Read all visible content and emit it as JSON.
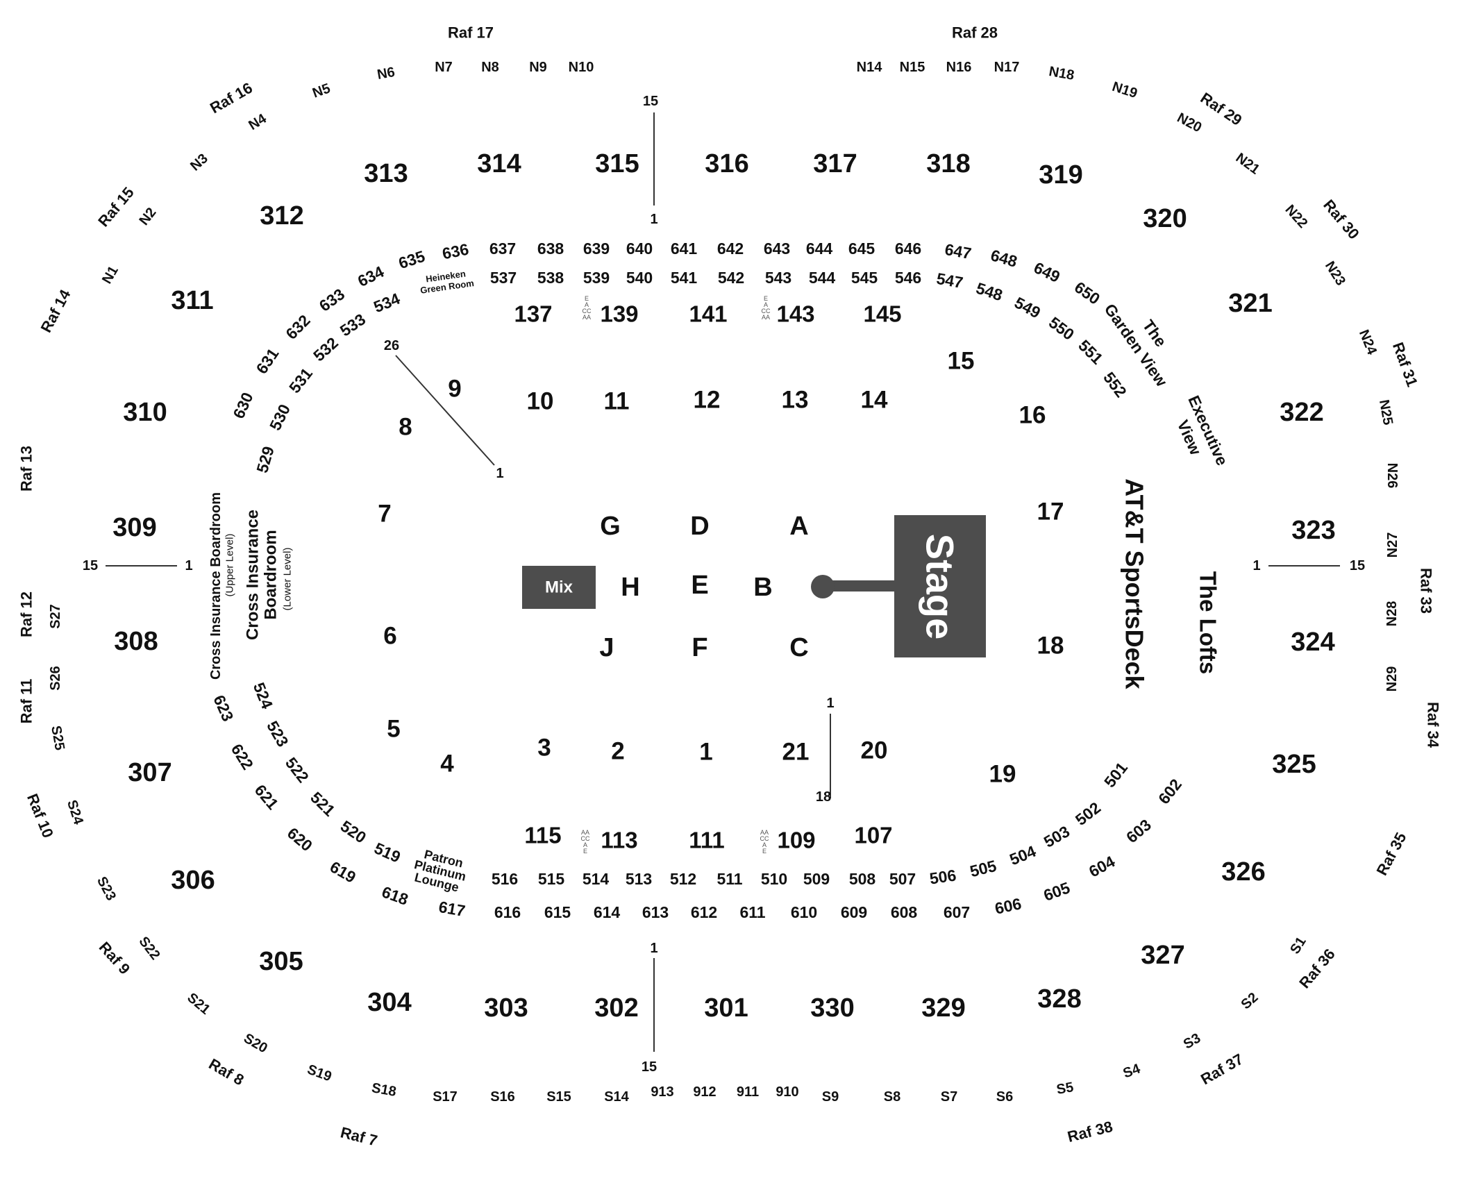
{
  "colors": {
    "background": "#ffffff",
    "text": "#111111",
    "stage_fill": "#4d4d4d",
    "mix_fill": "#4d4d4d",
    "line": "#333333"
  },
  "stage": {
    "label": "Stage"
  },
  "mix": {
    "label": "Mix"
  },
  "runway_end_icon": "circle",
  "floor_sections": [
    "G",
    "D",
    "A",
    "H",
    "E",
    "B",
    "J",
    "F",
    "C"
  ],
  "level100": [
    "137",
    "139",
    "141",
    "143",
    "145",
    "115",
    "113",
    "111",
    "109",
    "107"
  ],
  "lower_bowl": [
    "9",
    "10",
    "11",
    "12",
    "13",
    "14",
    "15",
    "16",
    "8",
    "7",
    "17",
    "6",
    "18",
    "5",
    "4",
    "3",
    "2",
    "1",
    "21",
    "20",
    "19"
  ],
  "level300": [
    "313",
    "314",
    "315",
    "316",
    "317",
    "318",
    "319",
    "312",
    "320",
    "311",
    "321",
    "310",
    "322",
    "309",
    "323",
    "308",
    "324",
    "307",
    "325",
    "306",
    "326",
    "305",
    "327",
    "304",
    "303",
    "302",
    "301",
    "330",
    "329",
    "328"
  ],
  "level600_top": [
    "636",
    "637",
    "638",
    "639",
    "640",
    "641",
    "642",
    "643",
    "644",
    "645",
    "646",
    "647",
    "648",
    "649",
    "650"
  ],
  "level600_left": [
    "635",
    "634",
    "633",
    "632",
    "631",
    "630"
  ],
  "level500_top": [
    "537",
    "538",
    "539",
    "540",
    "541",
    "542",
    "543",
    "544",
    "545",
    "546",
    "547",
    "548",
    "549",
    "550",
    "551",
    "552"
  ],
  "level500_left": [
    "534",
    "533",
    "532",
    "531",
    "530",
    "529"
  ],
  "level500_lowerleft": [
    "524",
    "523",
    "522",
    "521",
    "520",
    "519"
  ],
  "level600_lowerleft": [
    "623",
    "622",
    "621",
    "620",
    "619",
    "618",
    "617"
  ],
  "level500_bottom": [
    "516",
    "515",
    "514",
    "513",
    "512",
    "511",
    "510",
    "509",
    "508",
    "507",
    "506",
    "505",
    "504",
    "503",
    "502",
    "501"
  ],
  "level600_bottom": [
    "616",
    "615",
    "614",
    "613",
    "612",
    "611",
    "610",
    "609",
    "608",
    "607",
    "606",
    "605",
    "604",
    "603",
    "602"
  ],
  "suites_north": [
    "N1",
    "N2",
    "N3",
    "N4",
    "N5",
    "N6",
    "N7",
    "N8",
    "N9",
    "N10",
    "N14",
    "N15",
    "N16",
    "N17",
    "N18",
    "N19",
    "N20",
    "N21",
    "N22",
    "N23",
    "N24",
    "N25",
    "N26",
    "N27",
    "N28",
    "N29"
  ],
  "suites_south": [
    "S1",
    "S2",
    "S3",
    "S4",
    "S5",
    "S6",
    "S7",
    "S8",
    "S9",
    "S14",
    "S15",
    "S16",
    "S17",
    "S18",
    "S19",
    "S20",
    "S21",
    "S22",
    "S23",
    "S24",
    "S25",
    "S26",
    "S27"
  ],
  "suites_900": [
    "913",
    "912",
    "911",
    "910"
  ],
  "rafters": [
    "Raf 7",
    "Raf 8",
    "Raf 9",
    "Raf 10",
    "Raf 11",
    "Raf 12",
    "Raf 13",
    "Raf 14",
    "Raf 15",
    "Raf 16",
    "Raf 17",
    "Raf 28",
    "Raf 29",
    "Raf 30",
    "Raf 31",
    "Raf 33",
    "Raf 34",
    "Raf 35",
    "Raf 36",
    "Raf 37",
    "Raf 38"
  ],
  "lounges": {
    "heineken_line1": "Heineken",
    "heineken_line2": "Green Room",
    "patron_line1": "Patron",
    "patron_line2": "Platinum",
    "patron_line3": "Lounge",
    "garden_line1": "The",
    "garden_line2": "Garden View",
    "exec_line1": "Executive",
    "exec_line2": "View",
    "sportsdeck": "AT&T SportsDeck",
    "lofts": "The Lofts",
    "cib_upper_line1": "Cross Insurance Boardroom",
    "cib_upper_line2": "(Upper Level)",
    "cib_lower_line1": "Cross Insurance",
    "cib_lower_line2": "Boardroom",
    "cib_lower_line3": "(Lower Level)"
  },
  "access_marks": [
    "E",
    "A",
    "CC",
    "AA",
    "AA",
    "CC",
    "A",
    "E"
  ],
  "row_markers": [
    "15",
    "1",
    "26",
    "1",
    "15",
    "1",
    "1",
    "15",
    "1",
    "18",
    "1",
    "15"
  ]
}
